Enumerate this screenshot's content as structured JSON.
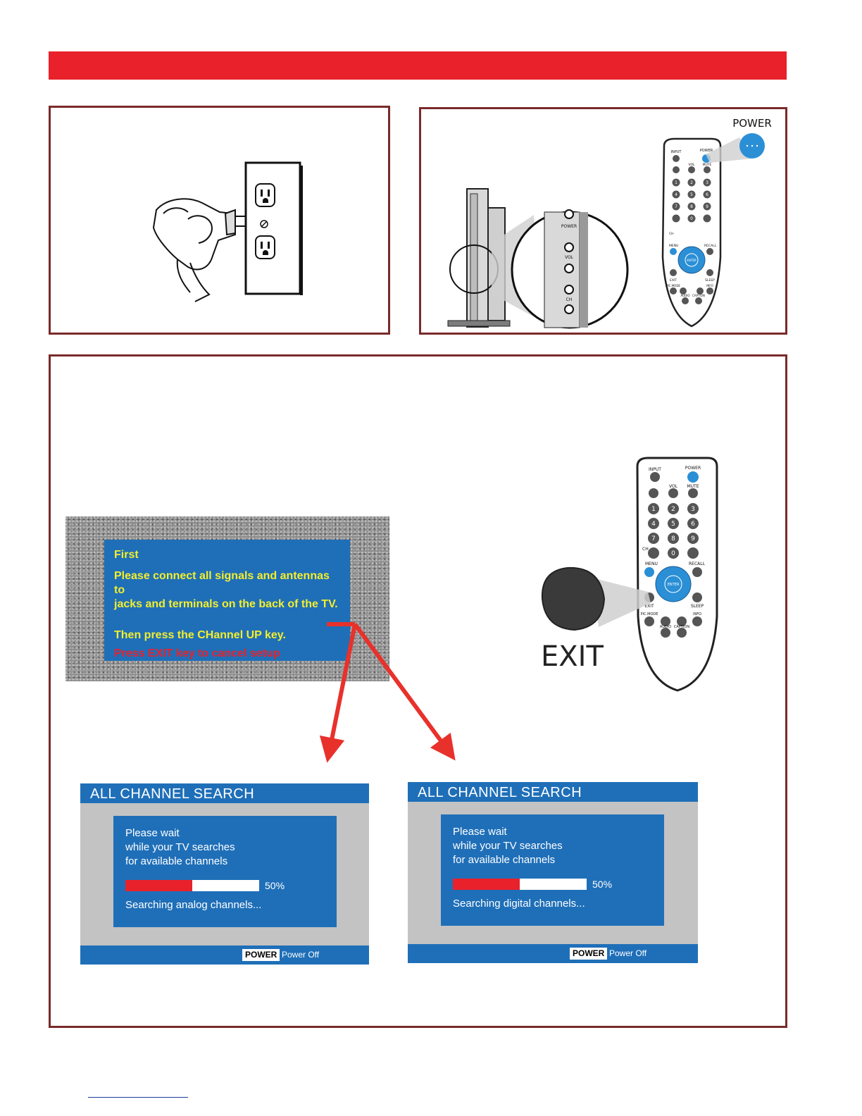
{
  "colors": {
    "header_red": "#e8212b",
    "panel_border": "#7a2a2a",
    "screen_blue": "#1f6fb8",
    "screen_gray": "#c3c3c3",
    "remote_button_blue": "#2b8fd6",
    "setup_text_yellow": "#f4ee2c"
  },
  "power_panel": {
    "callout_label": "POWER",
    "tv_side_labels": {
      "power": "POWER",
      "vol": "VOL",
      "ch": "CH"
    },
    "remote": {
      "input": "INPUT",
      "power": "POWER",
      "vol": "VOL",
      "mute": "MUTE",
      "digits": [
        "1",
        "2",
        "3",
        "4",
        "5",
        "6",
        "7",
        "8",
        "9",
        "0"
      ],
      "ch": "CH",
      "menu": "MENU",
      "recall": "RECALL",
      "enter": "ENTER",
      "exit": "EXIT",
      "sleep": "SLEEP",
      "picture": "PIC.MODE",
      "info": "INFO",
      "audio": "AUDIO",
      "caption": "CAPTION"
    }
  },
  "setup_screen": {
    "heading": "First",
    "line1": "Please connect all signals and antennas to",
    "line2": "jacks and terminals on the back of the TV.",
    "line3": "Then press the CHannel UP key.",
    "cancel": "Press EXIT key to cancel setup"
  },
  "exit_callout": {
    "label": "EXIT"
  },
  "search_screens": [
    {
      "title": "ALL CHANNEL SEARCH",
      "msg1": "Please wait",
      "msg2": "while your TV searches",
      "msg3": "for available channels",
      "progress": 0.5,
      "progress_label": "50%",
      "status": "Searching analog channels...",
      "footer_key": "POWER",
      "footer_label": "Power Off"
    },
    {
      "title": "ALL CHANNEL SEARCH",
      "msg1": "Please wait",
      "msg2": "while your TV searches",
      "msg3": "for available channels",
      "progress": 0.5,
      "progress_label": "50%",
      "status": "Searching digital channels...",
      "footer_key": "POWER",
      "footer_label": "Power Off"
    }
  ]
}
